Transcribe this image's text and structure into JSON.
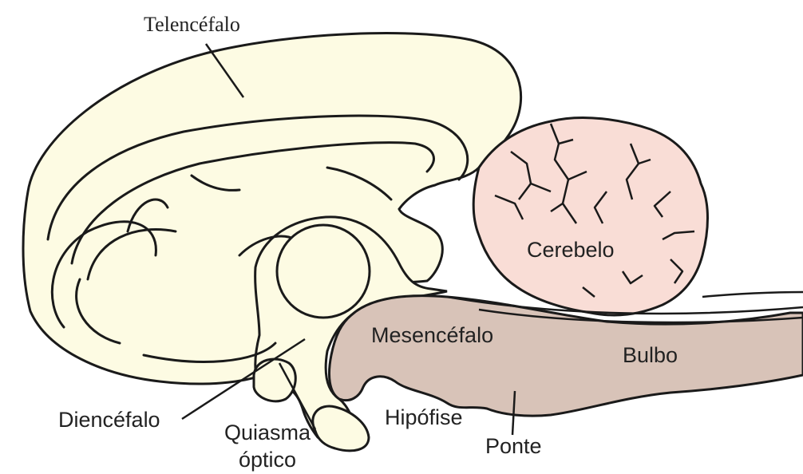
{
  "labels": {
    "telencefalo": "Telencéfalo",
    "cerebelo": "Cerebelo",
    "mesencefalo": "Mesencéfalo",
    "bulbo": "Bulbo",
    "diencefalo": "Diencéfalo",
    "quiasma_line1": "Quiasma",
    "quiasma_line2": "óptico",
    "hipofise": "Hipófise",
    "ponte": "Ponte"
  },
  "colors": {
    "telencephalon_fill": "#fdfbe3",
    "cerebellum_fill": "#f9ddd6",
    "brainstem_fill": "#d8c3b8",
    "outline": "#1a1a1a",
    "text": "#222222"
  }
}
